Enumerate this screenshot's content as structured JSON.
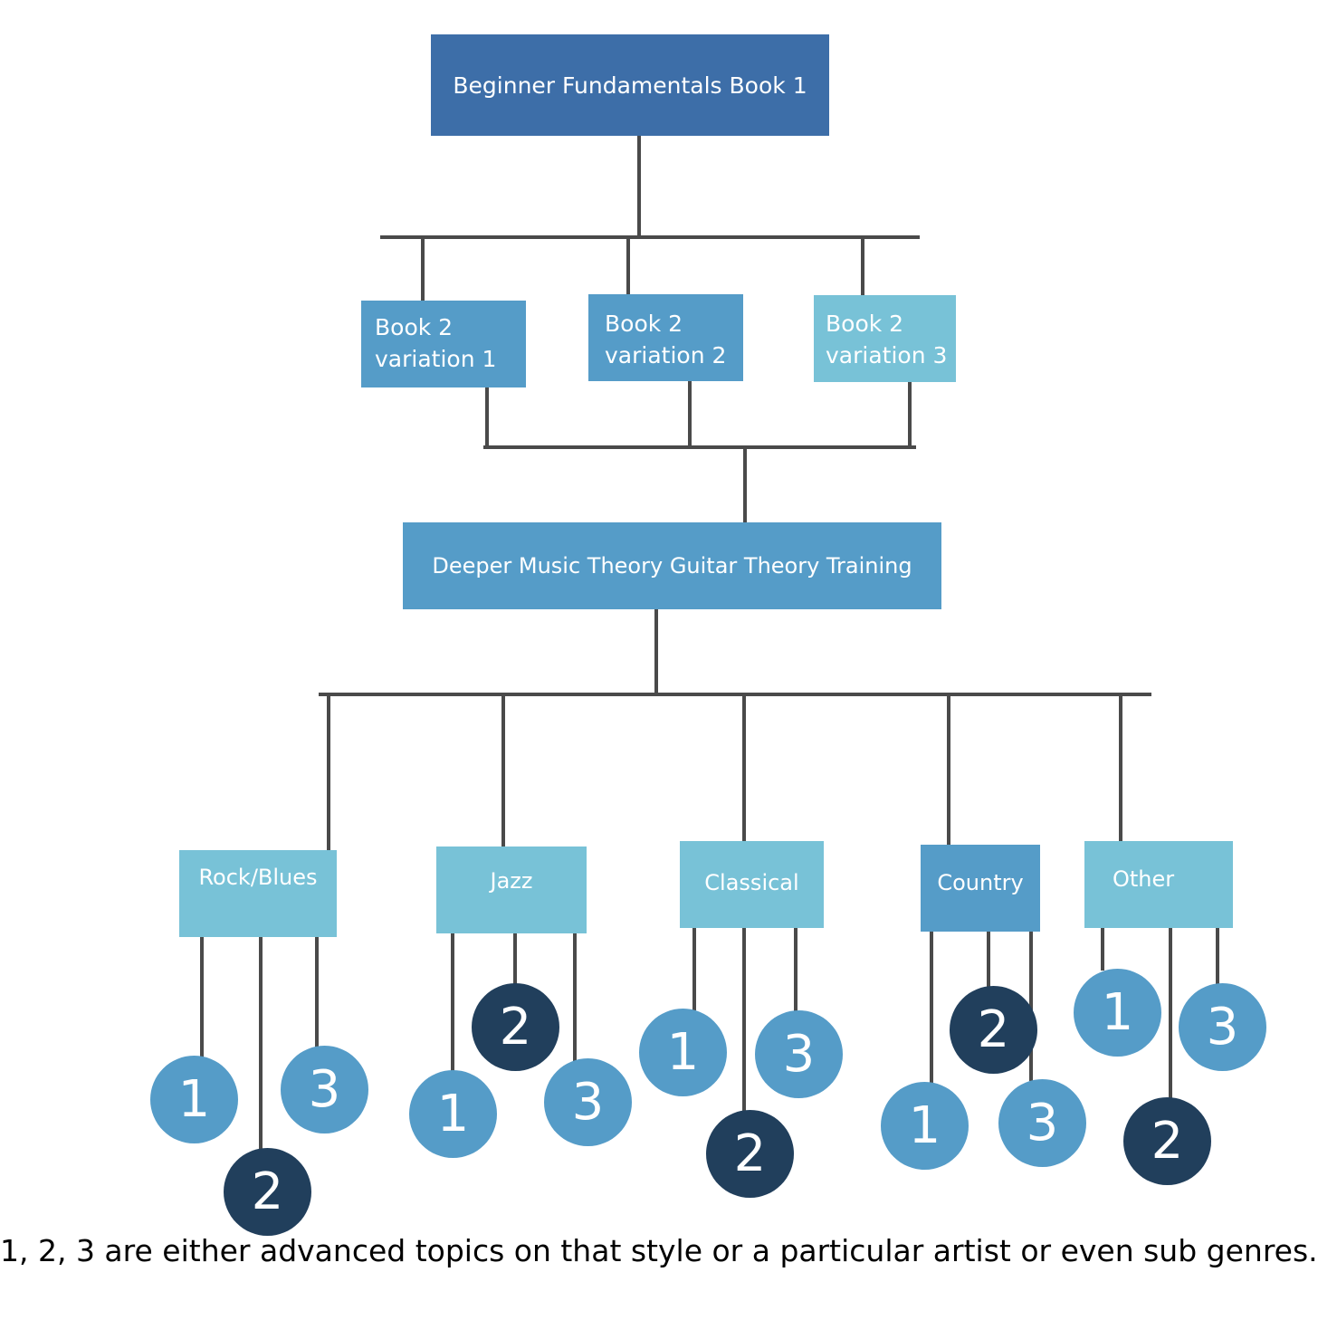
{
  "colors": {
    "dark_blue": "#3d6ea8",
    "mid_blue": "#559cc8",
    "light_blue": "#78c2d7",
    "navy": "#213f5c",
    "line": "#4a4a4a"
  },
  "top": {
    "label": "Beginner Fundamentals Book 1"
  },
  "books": [
    {
      "label_line1": "Book 2",
      "label_line2": "variation 1"
    },
    {
      "label_line1": "Book 2",
      "label_line2": "variation 2"
    },
    {
      "label_line1": "Book 2",
      "label_line2": "variation 3"
    }
  ],
  "theory": {
    "label": "Deeper Music Theory Guitar Theory Training"
  },
  "genres": [
    {
      "label": "Rock/Blues",
      "topics": [
        "1",
        "2",
        "3"
      ]
    },
    {
      "label": "Jazz",
      "topics": [
        "1",
        "2",
        "3"
      ]
    },
    {
      "label": "Classical",
      "topics": [
        "1",
        "2",
        "3"
      ]
    },
    {
      "label": "Country",
      "topics": [
        "1",
        "2",
        "3"
      ]
    },
    {
      "label": "Other",
      "topics": [
        "1",
        "2",
        "3"
      ]
    }
  ],
  "caption": "1, 2, 3 are either advanced topics on that style or a particular artist or even sub genres."
}
